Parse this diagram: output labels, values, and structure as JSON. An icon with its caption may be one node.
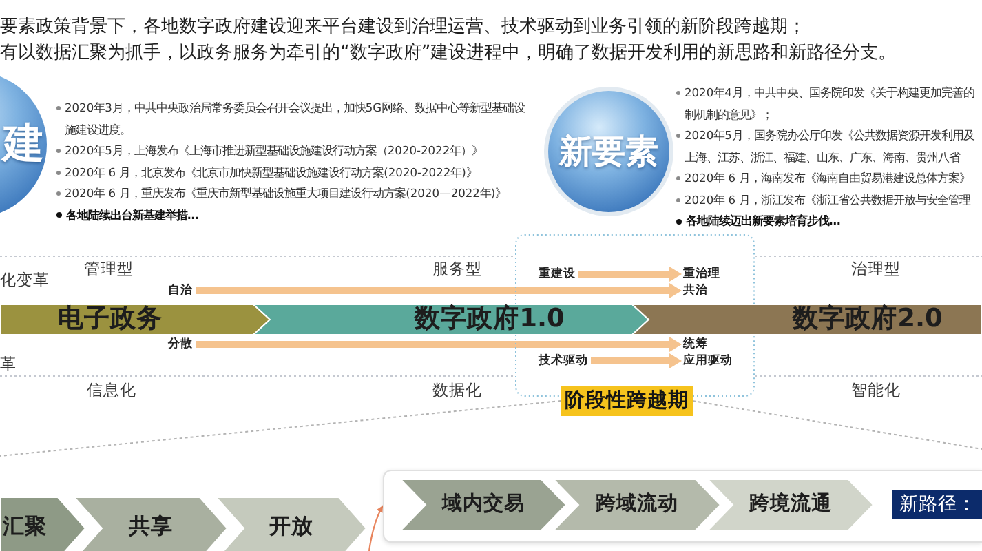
{
  "diagram": {
    "nodes": [
      {
        "text": [
          "建"
        ],
        "beside": [
          "2020年3月，中共中央政治局常务委员会召开会议提出，加快5G网络、数据中心等新型基础设施建设进度。",
          "2020年5月，上海发布《上海市推进新型基础设施建设行动方案（2020-2022年）》",
          "2020年 6 月，北京发布《北京市加快新型基础设施建设行动方案(2020-2022年)》",
          "2020年 6 月，重庆发布《重庆市新型基础设施重大项目建设行动方案(2020—2022年)》",
          "各地陆续出台新基建举措…"
        ]
      },
      {
        "text": [
          "新要素"
        ],
        "beside": [
          "2020年4月，中共中央、国务院印发《关于构建更加完善的制机制的意见》；",
          "2020年5月，国务院办公厅印发《公共数据资源开发利用及上海、江苏、浙江、福建、山东、广东、海南、贵州八省",
          "2020年 6 月，海南发布《海南自由贸易港建设总体方案》",
          "2020年 6 月，浙江发布《浙江省公共数据开放与安全管理",
          "各地陆续迈出新要素培育步伐…"
        ]
      },
      {
        "text": [],
        "shape": "box"
      },
      {
        "text": [
          "重建设"
        ],
        "in": 2
      },
      {
        "text": [
          "重治理"
        ],
        "in": 2
      },
      {
        "text": [
          "自治"
        ]
      },
      {
        "text": [
          "共治"
        ],
        "in": 2
      },
      {
        "text": [
          "电子政务"
        ]
      },
      {
        "text": [
          "数字政府1.0"
        ]
      },
      {
        "text": [
          "数字政府2.0"
        ]
      },
      {
        "text": [
          "分散"
        ]
      },
      {
        "text": [
          "统筹"
        ],
        "in": 2
      },
      {
        "text": [
          "技术驱动"
        ],
        "in": 2
      },
      {
        "text": [
          "应用驱动"
        ],
        "in": 2
      },
      {
        "text": [
          "阶段性跨越期"
        ]
      },
      {
        "text": [
          "汇聚"
        ]
      },
      {
        "text": [
          "共享"
        ]
      },
      {
        "text": [
          "开放"
        ]
      },
      {
        "text": [],
        "shape": "box"
      },
      {
        "text": [
          "域内交易"
        ],
        "in": 18
      },
      {
        "text": [
          "跨域流动"
        ],
        "in": 18
      },
      {
        "text": [
          "跨境流通"
        ],
        "in": 18
      },
      {
        "text": [
          "新路径："
        ],
        "in": 18
      }
    ],
    "edges": [
      {
        "from": 3,
        "to": 4,
        "arrow": "to"
      },
      {
        "from": 5,
        "to": 6,
        "arrow": "to"
      },
      {
        "from": 10,
        "to": 11,
        "arrow": "to"
      },
      {
        "from": 12,
        "to": 13,
        "arrow": "to"
      },
      {
        "from": 14,
        "to": null,
        "arrow": "none",
        "style": "dashed",
        "color": "#b3b3b3"
      },
      {
        "from": 14,
        "to": null,
        "arrow": "none",
        "style": "dashed",
        "color": "#b3b3b3"
      },
      {
        "from": null,
        "to": 18,
        "arrow": "to",
        "color": "#e8845c"
      }
    ],
    "labels": [
      "要素政策背景下，各地数字政府建设迎来平台建设到治理运营、技术驱动到业务引领的新阶段跨越期；",
      "有以数据汇聚为抓手，以政务服务为牵引的“数字政府”建设进程中，明确了数据开发利用的新思路和新路径分支。",
      "管理型",
      "服务型",
      "治理型",
      "化变革",
      "革",
      "信息化",
      "数据化",
      "智能化"
    ]
  }
}
